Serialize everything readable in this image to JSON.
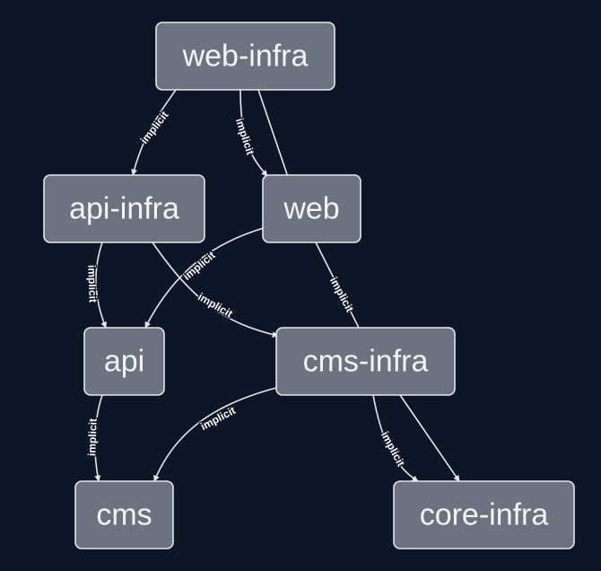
{
  "diagram": {
    "background": "#0d1627",
    "node_fill": "#6b7280",
    "line_color": "#e5e7eb",
    "nodes": [
      {
        "id": "web-infra",
        "label": "web-infra"
      },
      {
        "id": "api-infra",
        "label": "api-infra"
      },
      {
        "id": "web",
        "label": "web"
      },
      {
        "id": "api",
        "label": "api"
      },
      {
        "id": "cms-infra",
        "label": "cms-infra"
      },
      {
        "id": "cms",
        "label": "cms"
      },
      {
        "id": "core-infra",
        "label": "core-infra"
      }
    ],
    "edges": [
      {
        "from": "web-infra",
        "to": "api-infra",
        "label": "implicit"
      },
      {
        "from": "web-infra",
        "to": "web",
        "label": "implicit"
      },
      {
        "from": "web-infra",
        "to": "cms-infra",
        "label": ""
      },
      {
        "from": "api-infra",
        "to": "api",
        "label": "implicit"
      },
      {
        "from": "api-infra",
        "to": "cms-infra",
        "label": "implicit"
      },
      {
        "from": "web",
        "to": "api",
        "label": "implicit"
      },
      {
        "from": "web",
        "to": "cms-infra",
        "label": "implicit"
      },
      {
        "from": "api",
        "to": "cms",
        "label": "implicit"
      },
      {
        "from": "cms-infra",
        "to": "cms",
        "label": "implicit"
      },
      {
        "from": "cms-infra",
        "to": "core-infra",
        "label": "implicit"
      },
      {
        "from": "cms-infra",
        "to": "core-infra",
        "label": ""
      }
    ]
  }
}
